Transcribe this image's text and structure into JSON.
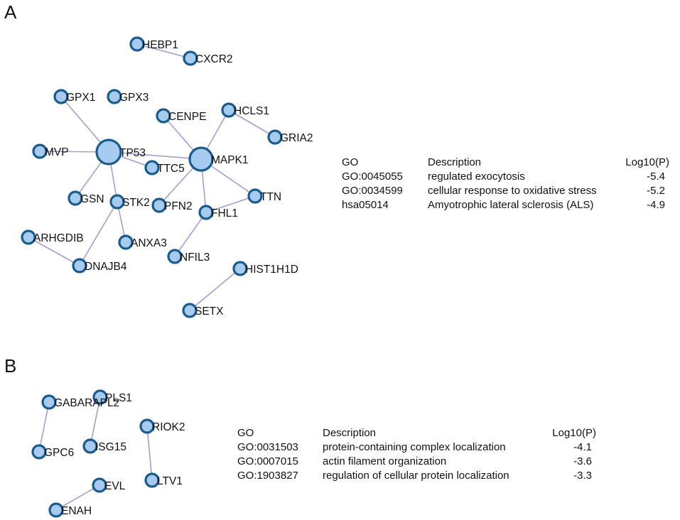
{
  "panels": [
    {
      "letter": "A",
      "nodes": [
        {
          "id": "HEBP1"
        },
        {
          "id": "CXCR2"
        },
        {
          "id": "GPX1"
        },
        {
          "id": "GPX3"
        },
        {
          "id": "CENPE"
        },
        {
          "id": "HCLS1"
        },
        {
          "id": "GRIA2"
        },
        {
          "id": "MVP"
        },
        {
          "id": "TP53"
        },
        {
          "id": "TTC5"
        },
        {
          "id": "MAPK1"
        },
        {
          "id": "GSN"
        },
        {
          "id": "STK2"
        },
        {
          "id": "PFN2"
        },
        {
          "id": "TTN"
        },
        {
          "id": "FHL1"
        },
        {
          "id": "ARHGDIB"
        },
        {
          "id": "ANXA3"
        },
        {
          "id": "DNAJB4"
        },
        {
          "id": "NFIL3"
        },
        {
          "id": "HIST1H1D"
        },
        {
          "id": "SETX"
        }
      ],
      "edges": [
        [
          "HEBP1",
          "CXCR2"
        ],
        [
          "GPX1",
          "TP53"
        ],
        [
          "MVP",
          "TP53"
        ],
        [
          "TP53",
          "TTC5"
        ],
        [
          "TP53",
          "MAPK1"
        ],
        [
          "TP53",
          "GSN"
        ],
        [
          "TP53",
          "STK2"
        ],
        [
          "CENPE",
          "MAPK1"
        ],
        [
          "HCLS1",
          "MAPK1"
        ],
        [
          "HCLS1",
          "GRIA2"
        ],
        [
          "MAPK1",
          "PFN2"
        ],
        [
          "MAPK1",
          "TTN"
        ],
        [
          "MAPK1",
          "FHL1"
        ],
        [
          "FHL1",
          "TTN"
        ],
        [
          "FHL1",
          "NFIL3"
        ],
        [
          "STK2",
          "ANXA3"
        ],
        [
          "STK2",
          "DNAJB4"
        ],
        [
          "ARHGDIB",
          "DNAJB4"
        ],
        [
          "HIST1H1D",
          "SETX"
        ]
      ],
      "table": {
        "headers": [
          "GO",
          "Description",
          "Log10(P)"
        ],
        "rows": [
          [
            "GO:0045055",
            "regulated exocytosis",
            "-5.4"
          ],
          [
            "GO:0034599",
            "cellular response to oxidative stress",
            "-5.2"
          ],
          [
            "hsa05014",
            "Amyotrophic lateral sclerosis (ALS)",
            "-4.9"
          ]
        ]
      }
    },
    {
      "letter": "B",
      "nodes": [
        {
          "id": "GABARAPL2"
        },
        {
          "id": "PLS1"
        },
        {
          "id": "GPC6"
        },
        {
          "id": "ISG15"
        },
        {
          "id": "RIOK2"
        },
        {
          "id": "LTV1"
        },
        {
          "id": "EVL"
        },
        {
          "id": "ENAH"
        }
      ],
      "edges": [
        [
          "GABARAPL2",
          "GPC6"
        ],
        [
          "PLS1",
          "ISG15"
        ],
        [
          "RIOK2",
          "LTV1"
        ],
        [
          "EVL",
          "ENAH"
        ]
      ],
      "table": {
        "headers": [
          "GO",
          "Description",
          "Log10(P)"
        ],
        "rows": [
          [
            "GO:0031503",
            "protein-containing complex localization",
            "-4.1"
          ],
          [
            "GO:0007015",
            "actin filament organization",
            "-3.6"
          ],
          [
            "GO:1903827",
            "regulation of cellular protein localization",
            "-3.3"
          ]
        ]
      }
    }
  ],
  "colors": {
    "node_fill": "#a6cbee",
    "node_stroke": "#1a5b8e",
    "edge": "#a99bd1"
  }
}
